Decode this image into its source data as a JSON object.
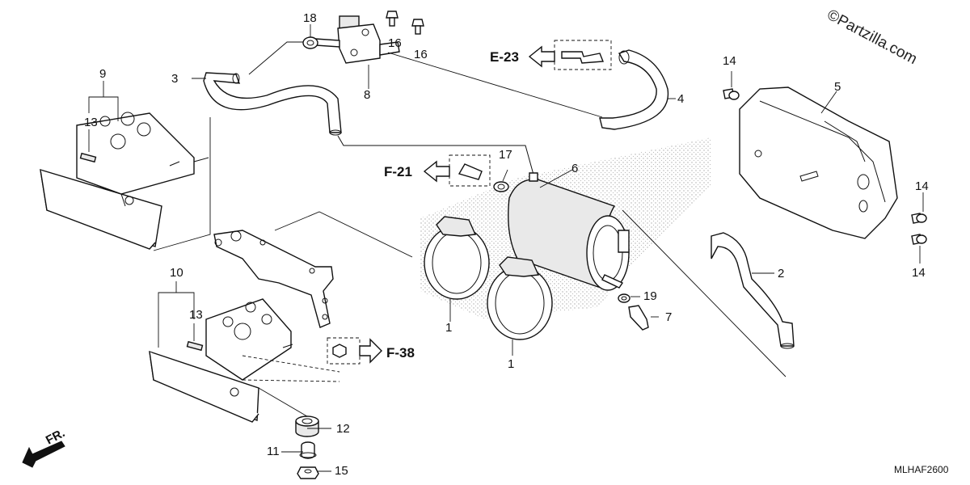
{
  "watermark": "©Partzilla.com",
  "diagram_code": "MLHAF2600",
  "front_label": "FR.",
  "references": {
    "e23": "E-23",
    "f21": "F-21",
    "f38": "F-38"
  },
  "callouts": {
    "c1a": "1",
    "c1b": "1",
    "c2": "2",
    "c3": "3",
    "c4": "4",
    "c5": "5",
    "c6": "6",
    "c7": "7",
    "c8": "8",
    "c9": "9",
    "c10": "10",
    "c11": "11",
    "c12": "12",
    "c13a": "13",
    "c13b": "13",
    "c14a": "14",
    "c14b": "14",
    "c14c": "14",
    "c15": "15",
    "c16a": "16",
    "c16b": "16",
    "c17": "17",
    "c18": "18",
    "c19": "19"
  }
}
